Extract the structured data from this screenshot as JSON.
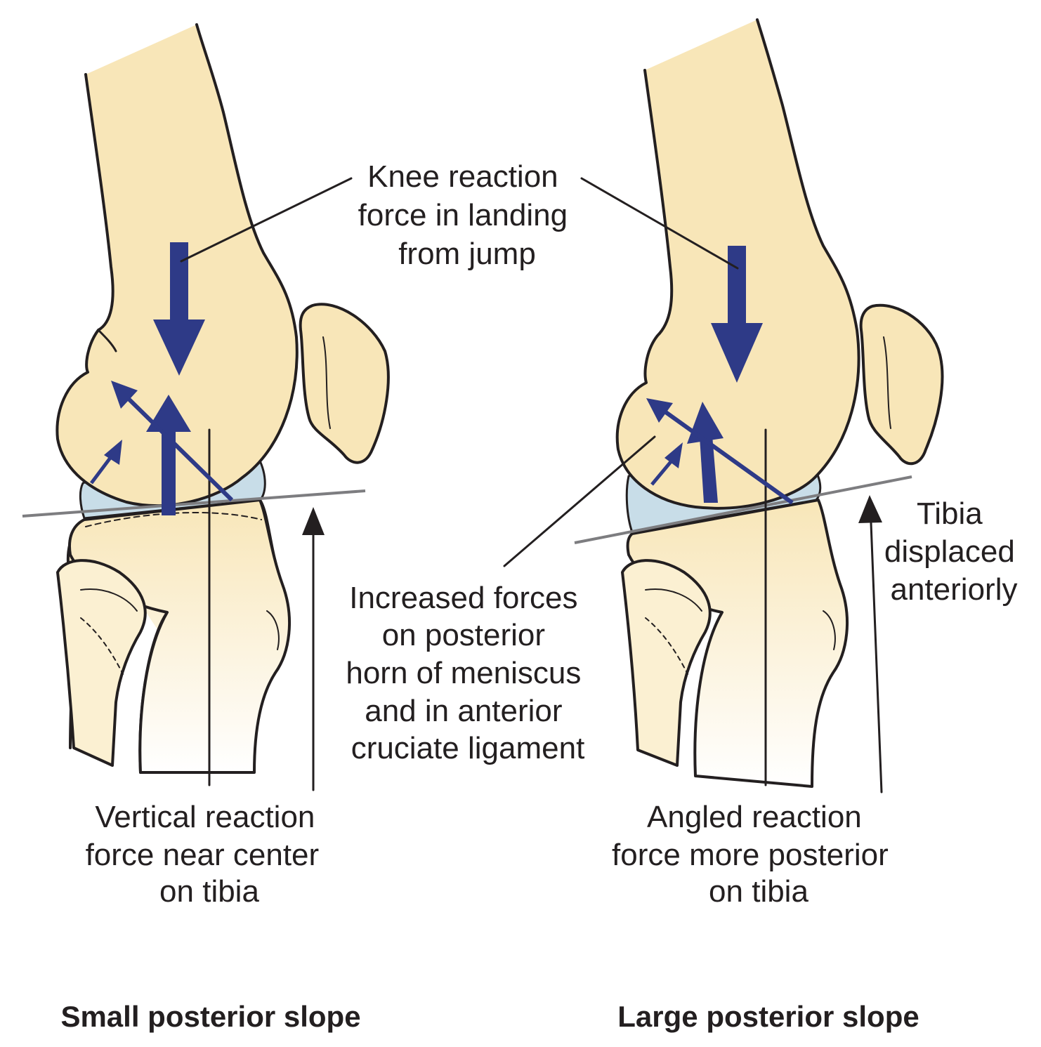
{
  "labels": {
    "knee_reaction": [
      "Knee reaction",
      "force in landing",
      "from jump"
    ],
    "increased_forces": [
      "Increased forces",
      "on posterior",
      "horn of meniscus",
      "and in anterior",
      "cruciate ligament"
    ],
    "tibia_displaced": [
      "Tibia",
      "displaced",
      "anteriorly"
    ],
    "vertical_reaction": [
      "Vertical reaction",
      "force near center",
      "on tibia"
    ],
    "angled_reaction": [
      "Angled reaction",
      "force more posterior",
      "on tibia"
    ]
  },
  "captions": {
    "left": "Small posterior slope",
    "right": "Large posterior slope"
  },
  "colors": {
    "bone_fill": "#f8e6b8",
    "meniscus_fill": "#c8dde8",
    "force_arrow": "#2e3a87",
    "slope_line": "#7d7d80",
    "ink": "#231f20"
  }
}
